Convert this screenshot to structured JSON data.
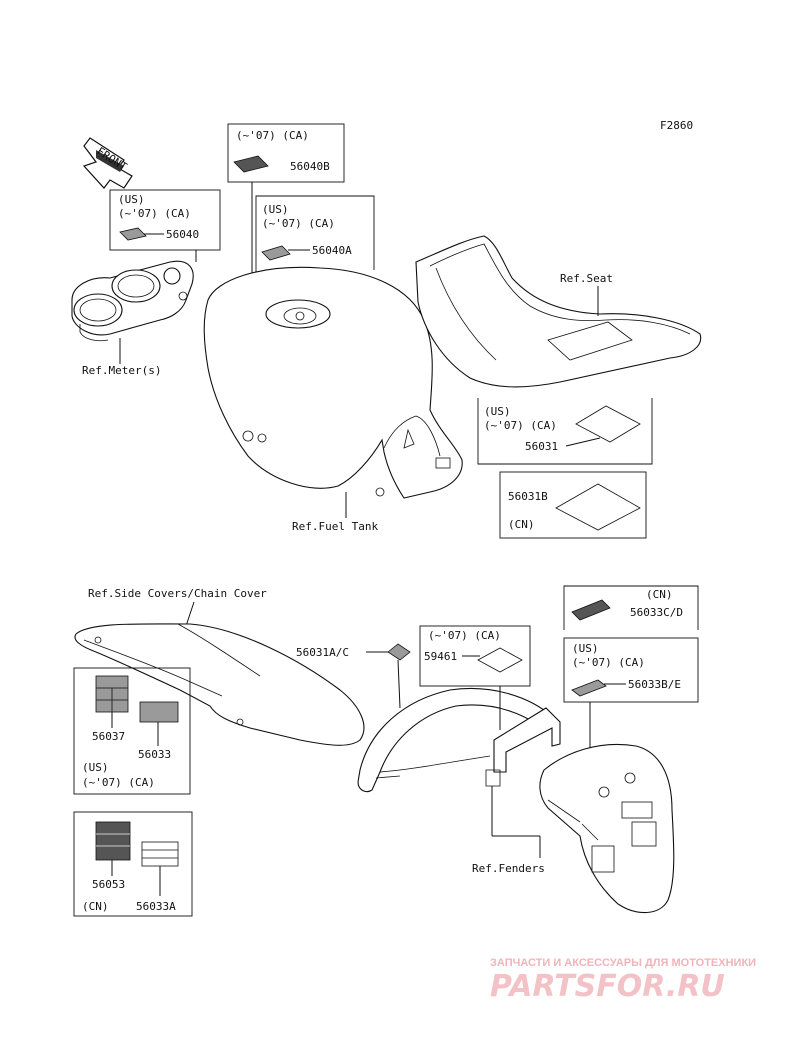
{
  "figure_code": "F2860",
  "front_label": "FRONT",
  "ref_labels": {
    "meter": "Ref.Meter(s)",
    "fuel_tank": "Ref.Fuel Tank",
    "seat": "Ref.Seat",
    "side_covers": "Ref.Side Covers/Chain Cover",
    "fenders": "Ref.Fenders"
  },
  "groups": [
    {
      "id": "g56040",
      "notes": [
        "(US)",
        "(~'07) (CA)"
      ],
      "parts": [
        "56040"
      ]
    },
    {
      "id": "g56040B",
      "notes": [
        "(~'07) (CA)"
      ],
      "parts": [
        "56040B"
      ]
    },
    {
      "id": "g56040A",
      "notes": [
        "(US)",
        "(~'07) (CA)"
      ],
      "parts": [
        "56040A"
      ]
    },
    {
      "id": "g56031",
      "notes": [
        "(US)",
        "(~'07) (CA)"
      ],
      "parts": [
        "56031"
      ]
    },
    {
      "id": "g56031B",
      "notes": [
        "(CN)"
      ],
      "parts": [
        "56031B"
      ]
    },
    {
      "id": "g56033CD",
      "notes": [
        "(CN)"
      ],
      "parts": [
        "56033C/D"
      ]
    },
    {
      "id": "g56033BE",
      "notes": [
        "(US)",
        "(~'07) (CA)"
      ],
      "parts": [
        "56033B/E"
      ]
    },
    {
      "id": "g59461",
      "notes": [
        "(~'07) (CA)"
      ],
      "parts": [
        "59461"
      ]
    },
    {
      "id": "g56037",
      "notes": [
        "(US)",
        "(~'07) (CA)"
      ],
      "parts": [
        "56037",
        "56033"
      ]
    },
    {
      "id": "g56053",
      "notes": [
        "(CN)"
      ],
      "parts": [
        "56053",
        "56033A"
      ]
    }
  ],
  "loose_parts": [
    "56031A/C"
  ],
  "watermark": {
    "line1": "ЗАПЧАСТИ И АКСЕССУАРЫ ДЛЯ МОТОТЕХНИКИ",
    "line2": "PARTSFOR.RU"
  }
}
